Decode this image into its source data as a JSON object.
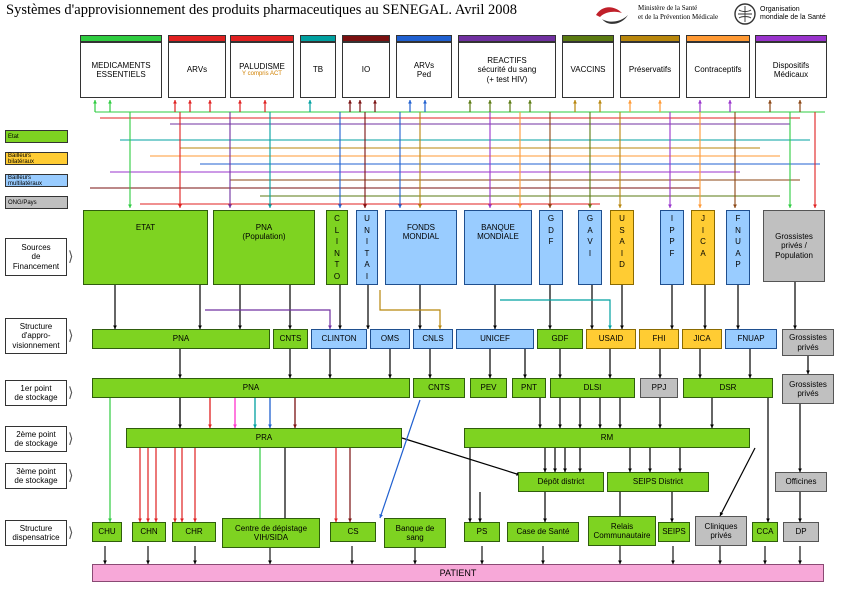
{
  "title": "Systèmes d'approvisionnement des produits pharmaceutiques au SENEGAL. Avril 2008",
  "ministry": "Ministère de la Santé\net de la Prévention Médicale",
  "who": "Organisation\nmondiale de la Santé",
  "products": {
    "med": "MEDICAMENTS\nESSENTIELS",
    "arv": "ARVs",
    "palu": "PALUDISME",
    "palu_sub": "Y compris ACT",
    "tb": "TB",
    "io": "IO",
    "arvped": "ARVs\nPed",
    "reactifs": "REACTIFS\nsécurité du sang\n(+ test HIV)",
    "vaccins": "VACCINS",
    "preserv": "Préservatifs",
    "contra": "Contraceptifs",
    "dispo": "Dispositifs\nMédicaux"
  },
  "product_colors": [
    "#2ECC40",
    "#E02020",
    "#E02020",
    "#00A0A0",
    "#7A1010",
    "#2060D0",
    "#7030A0",
    "#5A7A10",
    "#B8860B",
    "#FF9933",
    "#9933CC",
    "#8B4513"
  ],
  "legend": {
    "etat": "Etat",
    "bilat": "Bailleurs\nbilatéraux",
    "multi": "Bailleurs\nmultilatéraux",
    "ong": "ONG/Pays"
  },
  "row_labels": {
    "sources": "Sources\nde\nFinancement",
    "structure": "Structure\nd'appro-\nvisionnement",
    "p1": "1er point\nde stockage",
    "p2": "2ème point\nde stockage",
    "p3": "3ème point\nde stockage",
    "disp": "Structure\ndispensatrice"
  },
  "sources": {
    "etat": "ETAT",
    "pna": "PNA\n(Population)",
    "clinton": "C\nL\nI\nN\nT\nO\nN",
    "unitaid": "U\nN\nI\nT\nA\nI\nD",
    "fonds": "FONDS\nMONDIAL",
    "banque": "BANQUE\nMONDIALE",
    "gdf": "G\nD\nF",
    "gavi": "G\nA\nV\nI",
    "usaid": "U\nS\nA\nI\nD",
    "ippf": "I\nP\nP\nF",
    "jica": "J\nI\nC\nA",
    "fnuap": "F\nN\nU\nA\nP",
    "grossistes": "Grossistes\nprivés /\nPopulation"
  },
  "structures": {
    "pna": "PNA",
    "cnts": "CNTS",
    "clinton": "CLINTON",
    "oms": "OMS",
    "cnls": "CNLS",
    "unicef": "UNICEF",
    "gdf": "GDF",
    "usaid": "USAID",
    "fhi": "FHI",
    "jica": "JICA",
    "fnuap": "FNUAP",
    "grossistes": "Grossistes\nprivés"
  },
  "stock1": {
    "pna": "PNA",
    "cnts": "CNTS",
    "pev": "PEV",
    "pnt": "PNT",
    "dlsi": "DLSI",
    "ppj": "PPJ",
    "dsr": "DSR",
    "grossistes": "Grossistes\nprivés"
  },
  "stock2": {
    "pra": "PRA",
    "rm": "RM"
  },
  "stock3": {
    "depot": "Dépôt district",
    "seips": "SEIPS District",
    "officines": "Officines"
  },
  "dispensatrices": {
    "chu": "CHU",
    "chn": "CHN",
    "chr": "CHR",
    "centre": "Centre de dépistage\nVIH/SIDA",
    "cs": "CS",
    "banque": "Banque de\nsang",
    "ps": "PS",
    "case": "Case de Santé",
    "relais": "Relais\nCommunautaire",
    "seips": "SEIPS",
    "cliniques": "Cliniques\nprivés",
    "cca": "CCA",
    "dp": "DP"
  },
  "patient": "PATIENT"
}
